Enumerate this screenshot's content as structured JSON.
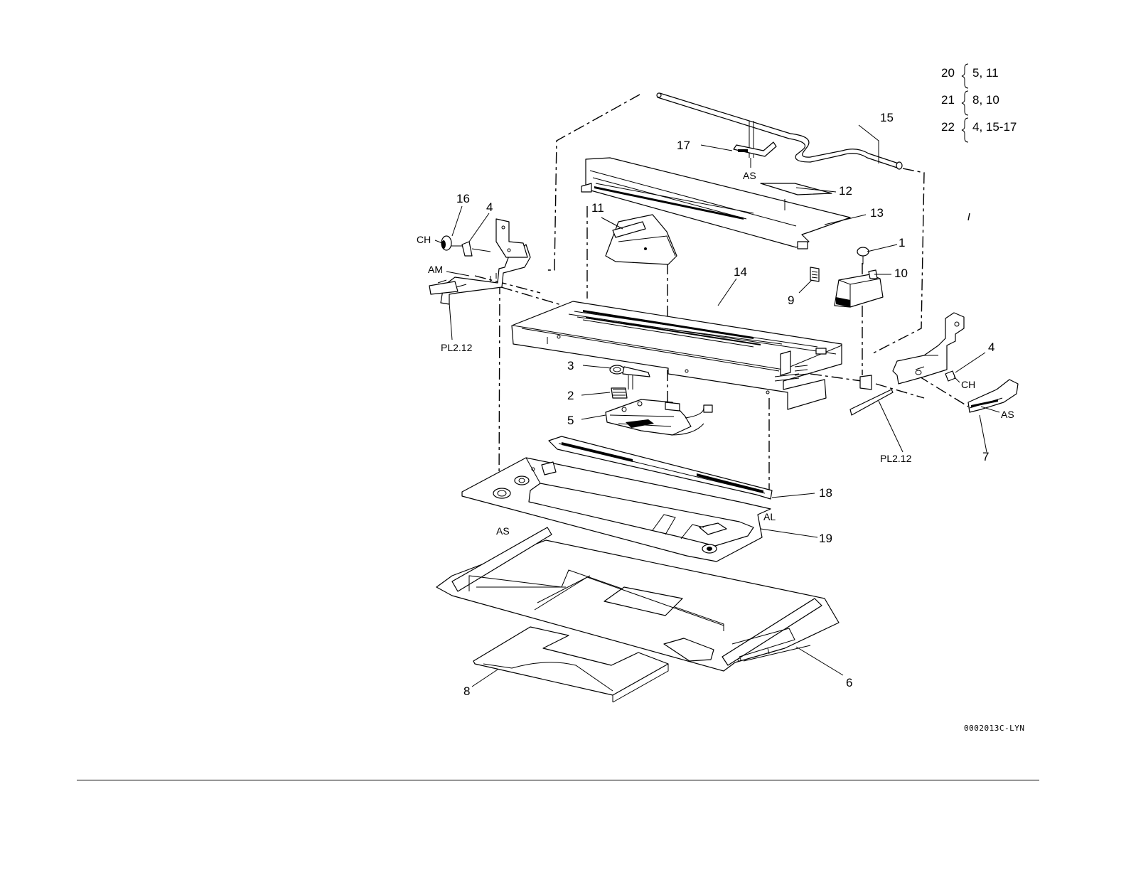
{
  "kits": [
    {
      "kit": "20",
      "parts": "5, 11"
    },
    {
      "kit": "21",
      "parts": "8, 10"
    },
    {
      "kit": "22",
      "parts": "4, 15-17"
    }
  ],
  "callouts": {
    "c1": "1",
    "c2": "2",
    "c3": "3",
    "c4a": "4",
    "c4b": "4",
    "c5": "5",
    "c6": "6",
    "c7": "7",
    "c8": "8",
    "c9": "9",
    "c10": "10",
    "c11": "11",
    "c12": "12",
    "c13": "13",
    "c14": "14",
    "c15": "15",
    "c16": "16",
    "c17": "17",
    "c18": "18",
    "c19": "19"
  },
  "refs": {
    "ch_left": "CH",
    "am": "AM",
    "pl_left": "PL2.12",
    "as_top": "AS",
    "ch_right": "CH",
    "as_right": "AS",
    "pl_right": "PL2.12",
    "al": "AL",
    "as_bottom": "AS"
  },
  "drawing_code": "0002013C-LYN"
}
